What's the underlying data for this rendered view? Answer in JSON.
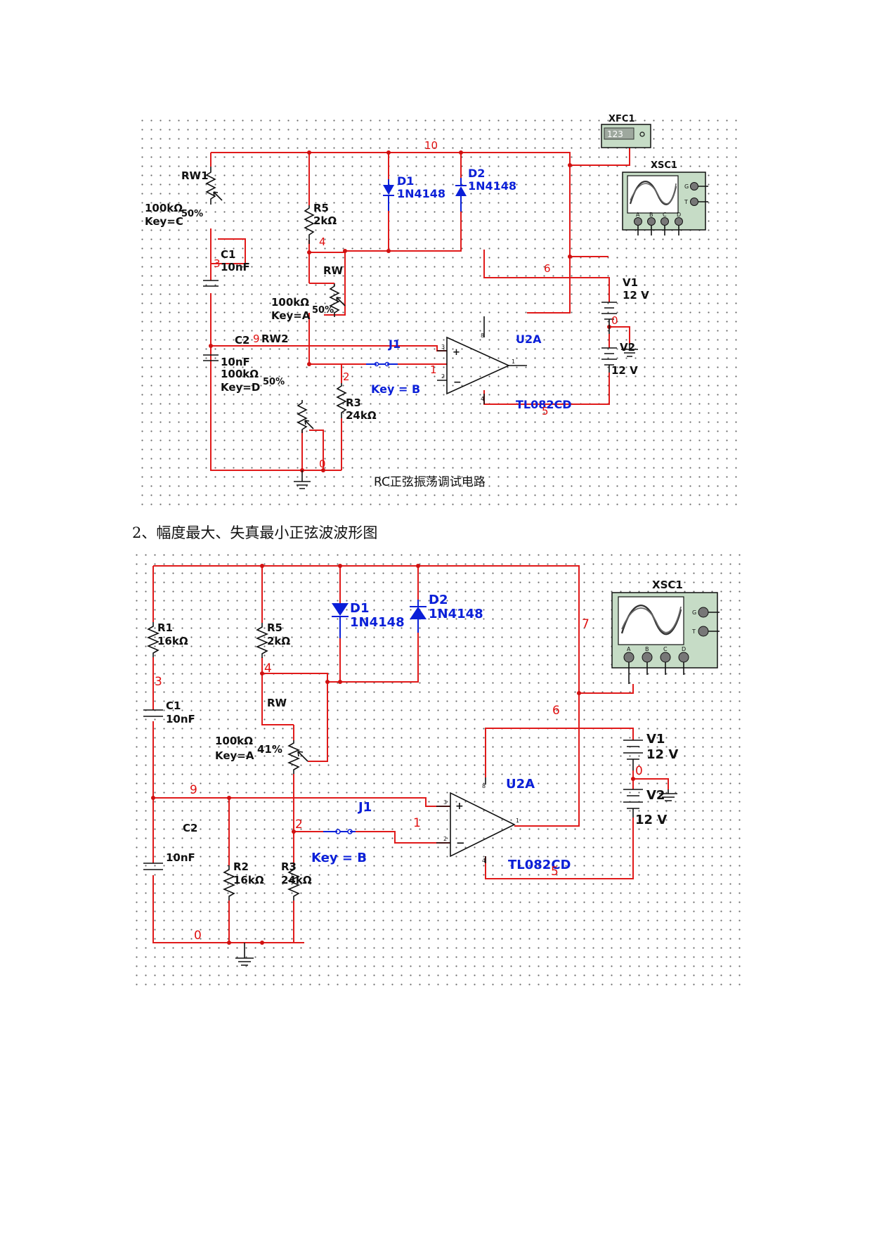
{
  "caption": "2、幅度最大、失真最小正弦波波形图",
  "circuit1": {
    "title": "RC正弦振荡调试电路",
    "xfc": {
      "name": "XFC1",
      "display": "123"
    },
    "xsc": {
      "name": "XSC1",
      "pin_g": "G",
      "pin_t": "T",
      "pins": [
        "A",
        "B",
        "C",
        "D"
      ]
    },
    "rw1": {
      "name": "RW1",
      "value": "100kΩ",
      "key": "Key=C",
      "percent": "50%"
    },
    "c1": {
      "name": "C1",
      "value": "10nF"
    },
    "c2": {
      "name": "C2",
      "value": "10nF"
    },
    "rw2": {
      "name": "RW2",
      "value": "100kΩ",
      "key": "Key=D",
      "percent": "50%"
    },
    "r5": {
      "name": "R5",
      "value": "2kΩ"
    },
    "rw": {
      "name": "RW",
      "value": "100kΩ",
      "key": "Key=A",
      "percent": "50%"
    },
    "r3": {
      "name": "R3",
      "value": "24kΩ"
    },
    "d1": {
      "name": "D1",
      "value": "1N4148"
    },
    "d2": {
      "name": "D2",
      "value": "1N4148"
    },
    "v1": {
      "name": "V1",
      "value": "12 V"
    },
    "v2": {
      "name": "V2",
      "value": "12 V"
    },
    "u2a": {
      "name": "U2A",
      "part": "TL082CD"
    },
    "j1": {
      "name": "J1",
      "key": "Key = B"
    },
    "nodes": [
      "10",
      "3",
      "4",
      "6",
      "0",
      "9",
      "2",
      "1",
      "5",
      "0"
    ],
    "opamp_pins": [
      "8",
      "3",
      "2",
      "4",
      "1"
    ]
  },
  "circuit2": {
    "xsc": {
      "name": "XSC1",
      "pin_g": "G",
      "pin_t": "T",
      "pins": [
        "A",
        "B",
        "C",
        "D"
      ]
    },
    "r1": {
      "name": "R1",
      "value": "16kΩ"
    },
    "c1": {
      "name": "C1",
      "value": "10nF"
    },
    "c2": {
      "name": "C2",
      "value": "10nF"
    },
    "r2": {
      "name": "R2",
      "value": "16kΩ"
    },
    "r5": {
      "name": "R5",
      "value": "2kΩ"
    },
    "rw": {
      "name": "RW",
      "value": "100kΩ",
      "key": "Key=A",
      "percent": "41%"
    },
    "r3": {
      "name": "R3",
      "value": "24kΩ"
    },
    "d1": {
      "name": "D1",
      "value": "1N4148"
    },
    "d2": {
      "name": "D2",
      "value": "1N4148"
    },
    "v1": {
      "name": "V1",
      "value": "12 V"
    },
    "v2": {
      "name": "V2",
      "value": "12 V"
    },
    "u2a": {
      "name": "U2A",
      "part": "TL082CD"
    },
    "j1": {
      "name": "J1",
      "key": "Key = B"
    },
    "nodes": [
      "7",
      "3",
      "4",
      "6",
      "0",
      "9",
      "2",
      "1",
      "5",
      "0"
    ],
    "opamp_pins": [
      "8",
      "3",
      "2",
      "4",
      "1"
    ]
  },
  "colors": {
    "wire": "#e01a1a",
    "component_blue": "#0a1fd8",
    "instrument_bg": "#c6dcc6"
  }
}
